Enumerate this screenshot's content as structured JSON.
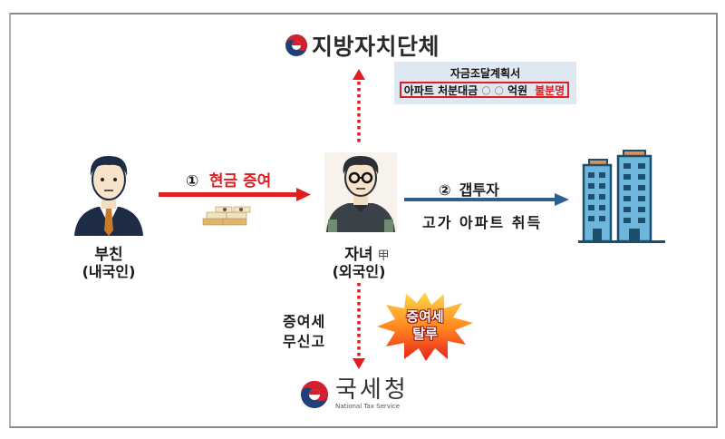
{
  "top_org": {
    "name": "지방자치단체",
    "icon": "taegeuk-logo-icon"
  },
  "funding_plan": {
    "title": "자금조달계획서",
    "line_prefix": "아파트 처분대금",
    "amount_placeholder": "○ ○",
    "unit": "억원",
    "status": "불분명",
    "status_color": "#e11d20"
  },
  "parent": {
    "name": "부친",
    "status": "(내국인)"
  },
  "child": {
    "name": "자녀",
    "mark": "甲",
    "status": "(외국인)"
  },
  "step1": {
    "number": "①",
    "label": "현금 증여",
    "color": "#e11d20"
  },
  "step2": {
    "number": "②",
    "label": "갭투자",
    "sublabel": "고가 아파트 취득",
    "color": "#2f5f8f"
  },
  "tax_note": {
    "line1": "증여세",
    "line2": "무신고"
  },
  "burst": {
    "line1": "증여세",
    "line2": "탈루"
  },
  "bottom_org": {
    "name": "국세청",
    "subtitle": "National Tax Service",
    "icon": "taegeuk-logo-icon"
  },
  "colors": {
    "arrow_red": "#e11d20",
    "arrow_blue": "#2f5f8f",
    "building": "#6fb6dc",
    "building_outline": "#1c4e6e",
    "doc_bg": "#dfe7f1"
  }
}
